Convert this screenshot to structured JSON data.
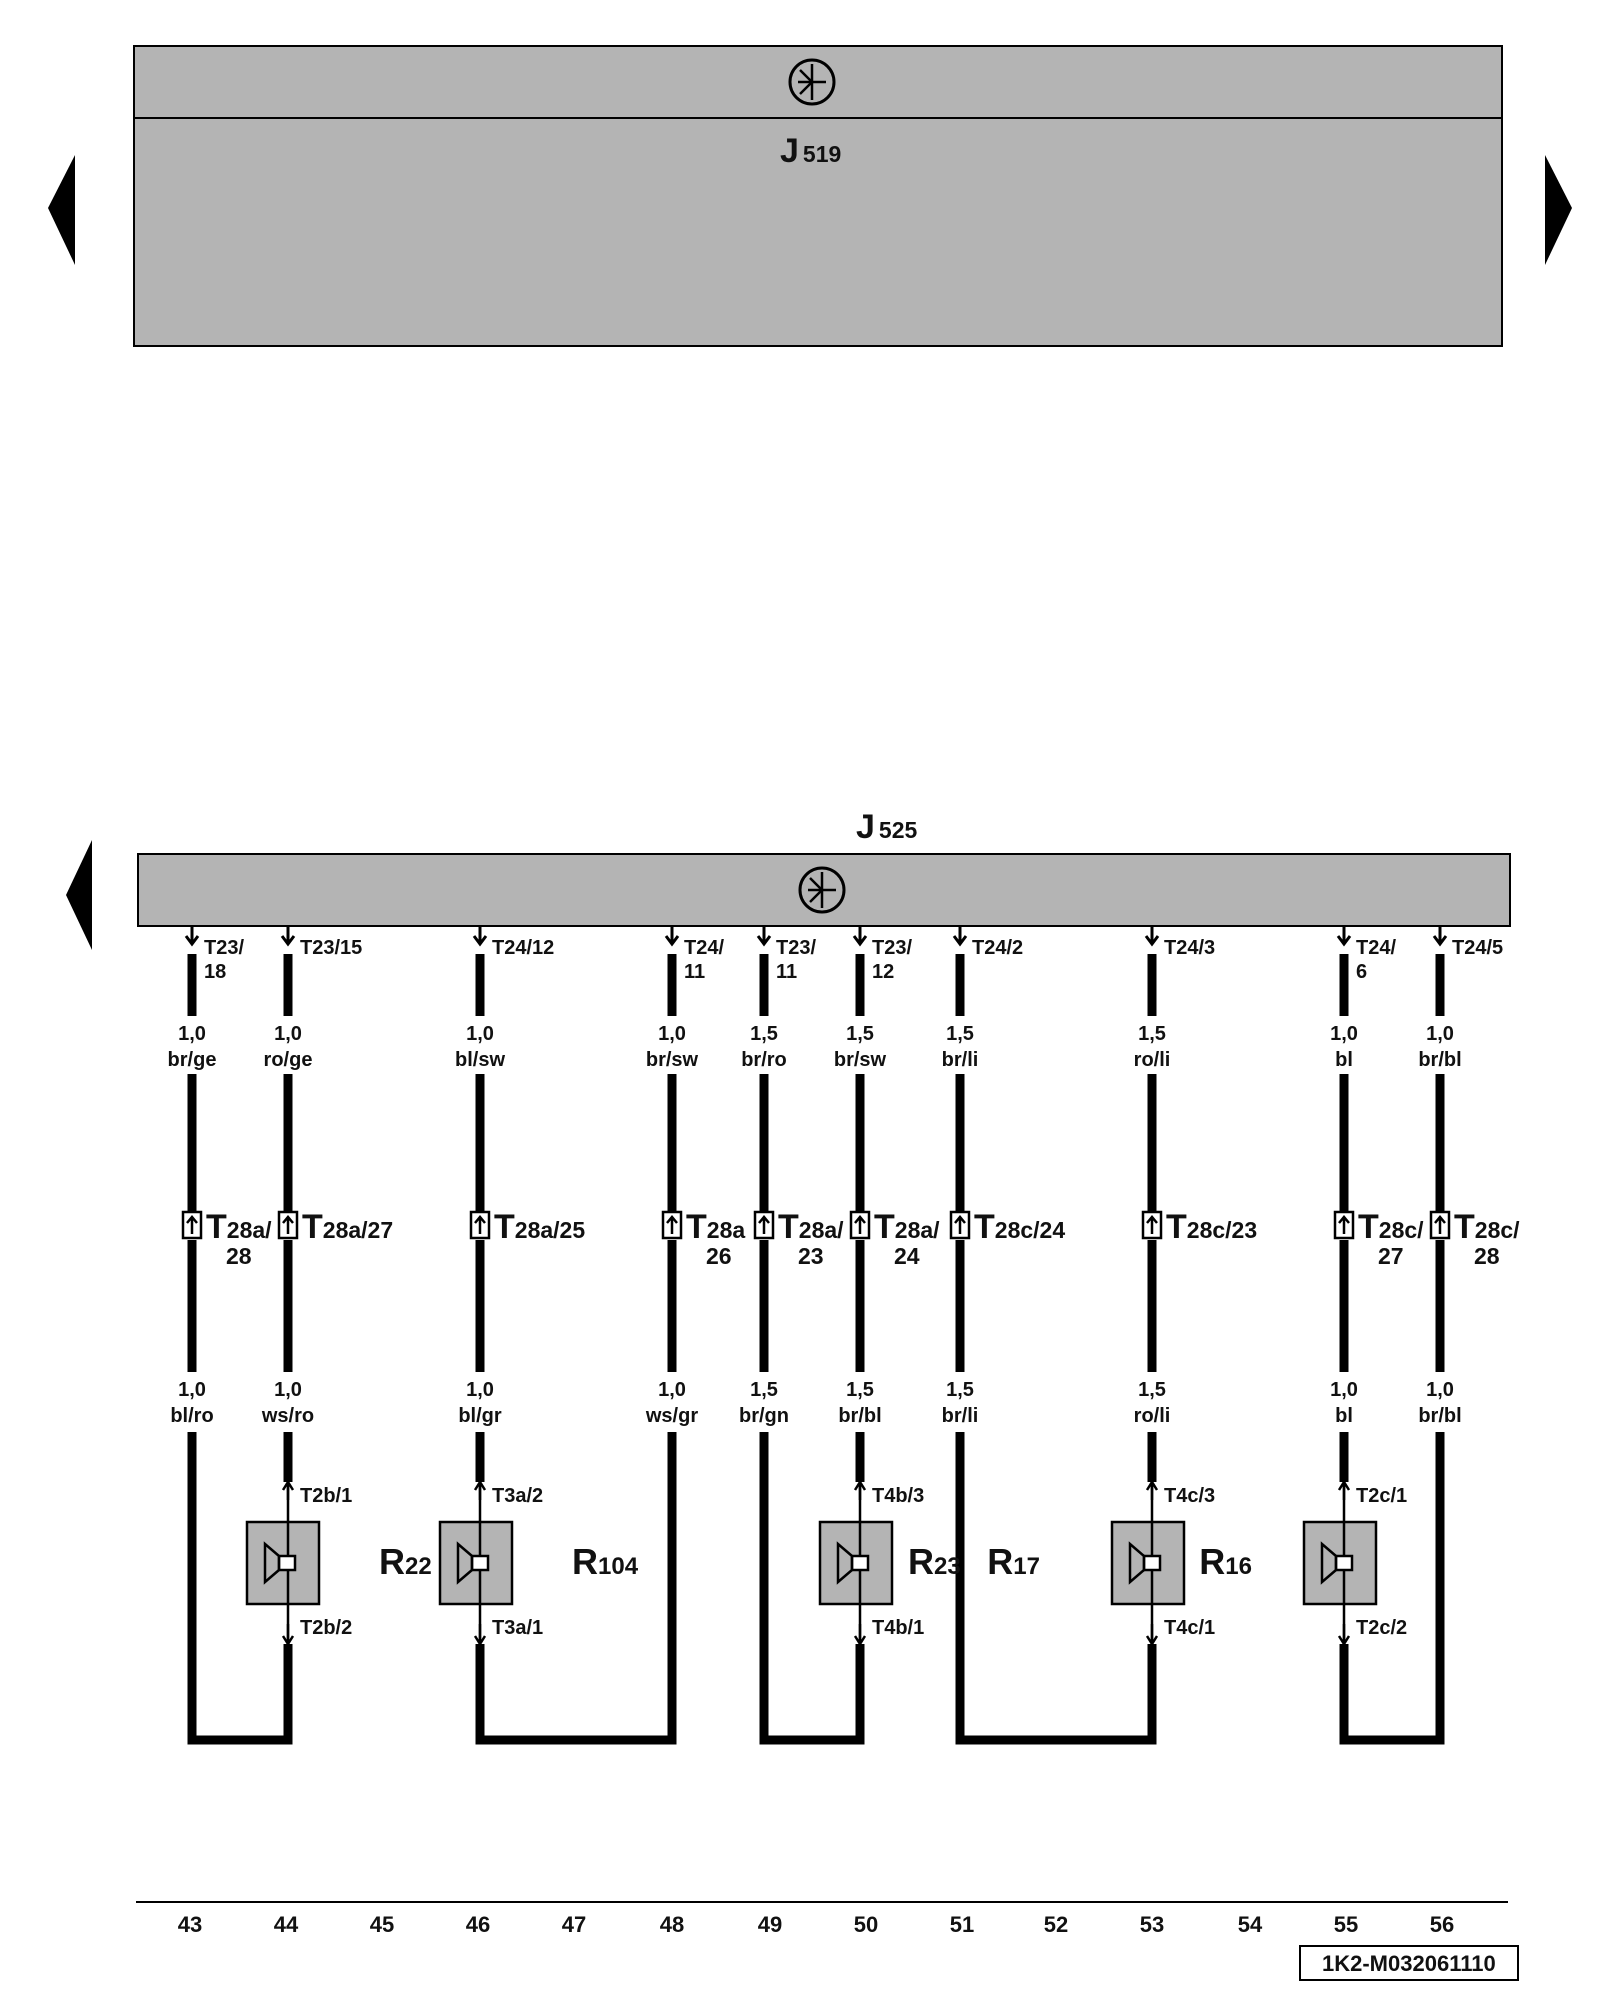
{
  "top_unit": {
    "letter": "J",
    "sub": "519"
  },
  "bottom_unit": {
    "letter": "J",
    "sub": "525"
  },
  "wires": [
    {
      "ref": "43",
      "top_pin": [
        "T23/",
        "18"
      ],
      "upper_spec": [
        "1,0",
        "br/ge"
      ],
      "connector": {
        "letter": "T",
        "sub": "28a/",
        "pin": "28"
      },
      "lower_spec": [
        "1,0",
        "bl/ro"
      ]
    },
    {
      "ref": "44",
      "top_pin": [
        "T23/15"
      ],
      "upper_spec": [
        "1,0",
        "ro/ge"
      ],
      "connector": {
        "letter": "T",
        "sub": "28a/27",
        "pin": ""
      },
      "lower_spec": [
        "1,0",
        "ws/ro"
      ]
    },
    {
      "ref": "46",
      "top_pin": [
        "T24/12"
      ],
      "upper_spec": [
        "1,0",
        "bl/sw"
      ],
      "connector": {
        "letter": "T",
        "sub": "28a/25",
        "pin": ""
      },
      "lower_spec": [
        "1,0",
        "bl/gr"
      ]
    },
    {
      "ref": "48",
      "top_pin": [
        "T24/",
        "11"
      ],
      "upper_spec": [
        "1,0",
        "br/sw"
      ],
      "connector": {
        "letter": "T",
        "sub": "28a",
        "pin": "26"
      },
      "lower_spec": [
        "1,0",
        "ws/gr"
      ]
    },
    {
      "ref": "49",
      "top_pin": [
        "T23/",
        "11"
      ],
      "upper_spec": [
        "1,5",
        "br/ro"
      ],
      "connector": {
        "letter": "T",
        "sub": "28a/",
        "pin": "23"
      },
      "lower_spec": [
        "1,5",
        "br/gn"
      ]
    },
    {
      "ref": "50",
      "top_pin": [
        "T23/",
        "12"
      ],
      "upper_spec": [
        "1,5",
        "br/sw"
      ],
      "connector": {
        "letter": "T",
        "sub": "28a/",
        "pin": "24"
      },
      "lower_spec": [
        "1,5",
        "br/bl"
      ]
    },
    {
      "ref": "51",
      "top_pin": [
        "T24/2"
      ],
      "upper_spec": [
        "1,5",
        "br/li"
      ],
      "connector": {
        "letter": "T",
        "sub": "28c/24",
        "pin": ""
      },
      "lower_spec": [
        "1,5",
        "br/li"
      ]
    },
    {
      "ref": "53",
      "top_pin": [
        "T24/3"
      ],
      "upper_spec": [
        "1,5",
        "ro/li"
      ],
      "connector": {
        "letter": "T",
        "sub": "28c/23",
        "pin": ""
      },
      "lower_spec": [
        "1,5",
        "ro/li"
      ]
    },
    {
      "ref": "55",
      "top_pin": [
        "T24/",
        "6"
      ],
      "upper_spec": [
        "1,0",
        "bl"
      ],
      "connector": {
        "letter": "T",
        "sub": "28c/",
        "pin": "27"
      },
      "lower_spec": [
        "1,0",
        "bl"
      ]
    },
    {
      "ref": "56",
      "top_pin": [
        "T24/5"
      ],
      "upper_spec": [
        "1,0",
        "br/bl"
      ],
      "connector": {
        "letter": "T",
        "sub": "28c/",
        "pin": "28"
      },
      "lower_spec": [
        "1,0",
        "br/bl"
      ]
    }
  ],
  "speakers": [
    {
      "letter": "R",
      "sub": "22",
      "pin_top": "T2b/1",
      "pin_bottom": "T2b/2"
    },
    {
      "letter": "R",
      "sub": "104",
      "pin_top": "T3a/2",
      "pin_bottom": "T3a/1"
    },
    {
      "letter": "R",
      "sub": "23",
      "pin_top": "T4b/3",
      "pin_bottom": "T4b/1"
    },
    {
      "letter": "R",
      "sub": "17",
      "pin_top": "T4c/3",
      "pin_bottom": "T4c/1"
    },
    {
      "letter": "R",
      "sub": "16",
      "pin_top": "T2c/1",
      "pin_bottom": "T2c/2"
    }
  ],
  "ruler": [
    "43",
    "44",
    "45",
    "46",
    "47",
    "48",
    "49",
    "50",
    "51",
    "52",
    "53",
    "54",
    "55",
    "56"
  ],
  "diagram_id": "1K2-M032061110",
  "colors": {
    "unit_fill": "#b4b4b4",
    "component_fill": "#b4b4b4",
    "wire": "#000000"
  }
}
